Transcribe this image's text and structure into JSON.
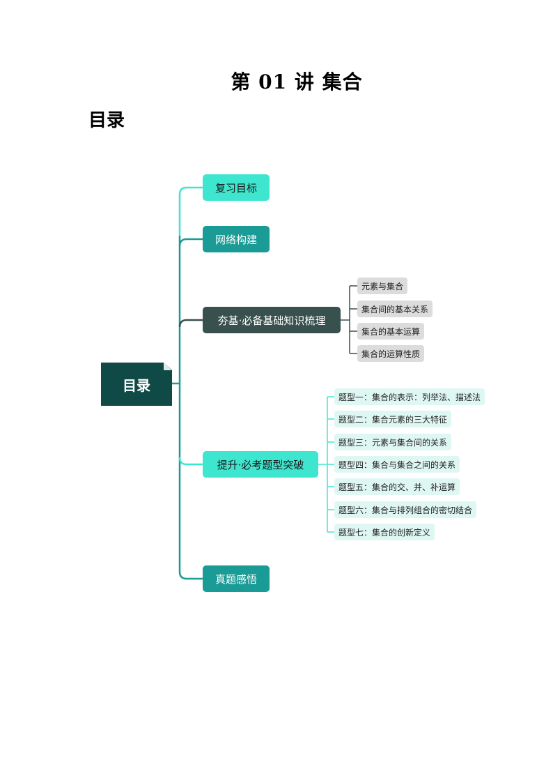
{
  "title": "第 01 讲  集合",
  "toc_heading": "目录",
  "mindmap": {
    "root": "目录",
    "branches": [
      {
        "label": "复习目标"
      },
      {
        "label": "网络构建"
      },
      {
        "label": "夯基·必备基础知识梳理",
        "children": [
          "元素与集合",
          "集合间的基本关系",
          "集合的基本运算",
          "集合的运算性质"
        ]
      },
      {
        "label": "提升·必考题型突破",
        "children": [
          "题型一：集合的表示：列举法、描述法",
          "题型二：集合元素的三大特征",
          "题型三：元素与集合间的关系",
          "题型四：集合与集合之间的关系",
          "题型五：集合的交、并、补运算",
          "题型六：集合与排列组合的密切结合",
          "题型七：集合的创新定义"
        ]
      },
      {
        "label": "真题感悟"
      }
    ]
  },
  "colors": {
    "root": "#0f4a47",
    "light_node": "#3ee6cf",
    "teal_node": "#1a9b95",
    "dark_node": "#38504e",
    "gray_leaf": "#dcdcdc",
    "mint_leaf": "#dff7f3"
  }
}
